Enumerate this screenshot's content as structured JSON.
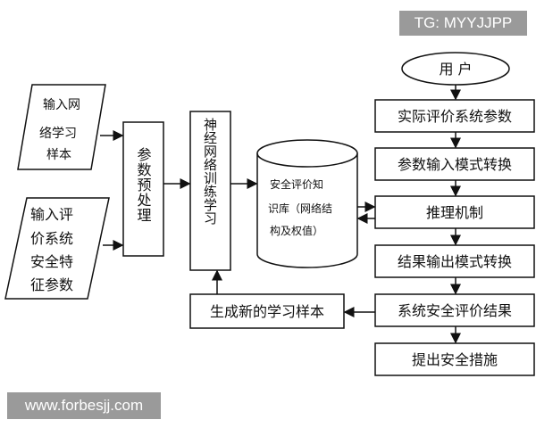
{
  "watermark_top": "TG: MYYJJPP",
  "watermark_bottom": "www.forbesjj.com",
  "nodes": {
    "input_samples": [
      "输入网",
      "络学习",
      "样本"
    ],
    "input_features": [
      "输入评",
      "价系统",
      "安全特",
      "征参数"
    ],
    "preprocess": "参数预处理",
    "nn_training": "神经网络训练学习",
    "knowledge_base": [
      "安全评价知",
      "识库（网络结",
      "构及权值）"
    ],
    "new_samples": "生成新的学习样本",
    "user": "用 户",
    "actual_params": "实际评价系统参数",
    "input_conversion": "参数输入模式转换",
    "inference": "推理机制",
    "output_conversion": "结果输出模式转换",
    "result": "系统安全评价结果",
    "measures": "提出安全措施"
  }
}
